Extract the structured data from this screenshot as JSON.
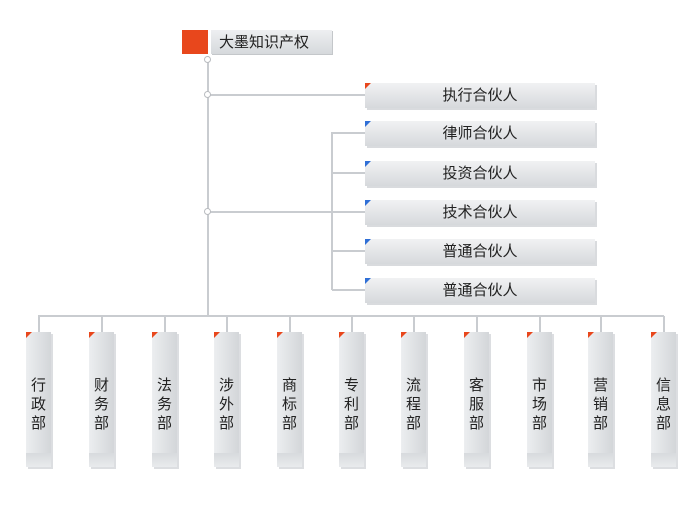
{
  "root": {
    "label": "大墨知识产权",
    "accent_color": "#e8471c"
  },
  "partners": [
    {
      "label": "执行合伙人",
      "corner": "orange"
    },
    {
      "label": "律师合伙人",
      "corner": "blue"
    },
    {
      "label": "投资合伙人",
      "corner": "blue"
    },
    {
      "label": "技术合伙人",
      "corner": "blue"
    },
    {
      "label": "普通合伙人",
      "corner": "blue"
    },
    {
      "label": "普通合伙人",
      "corner": "blue"
    }
  ],
  "departments": [
    {
      "label": "行政部"
    },
    {
      "label": "财务部"
    },
    {
      "label": "法务部"
    },
    {
      "label": "涉外部"
    },
    {
      "label": "商标部"
    },
    {
      "label": "专利部"
    },
    {
      "label": "流程部"
    },
    {
      "label": "客服部"
    },
    {
      "label": "市场部"
    },
    {
      "label": "营销部"
    },
    {
      "label": "信息部"
    }
  ],
  "colors": {
    "accent_orange": "#e8471c",
    "accent_blue": "#2f6fd6",
    "connector": "#c9ccd0"
  }
}
